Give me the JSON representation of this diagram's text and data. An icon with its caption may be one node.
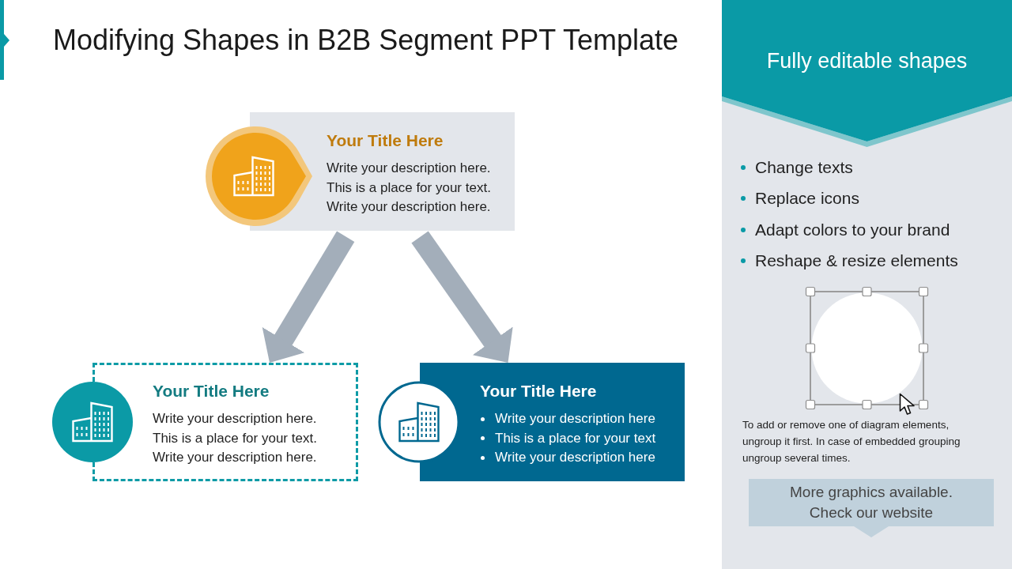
{
  "diagram": {
    "title": "Modifying Shapes in B2B Segment PPT Template",
    "nodes": [
      {
        "text": [
          "Your Title Here",
          "Write your description here. This is a place for your text. Write your description here."
        ]
      },
      {
        "text": [
          "Your Title Here",
          "Write your description here. This is a place for your text. Write your description here."
        ]
      },
      {
        "text": [
          "Your Title Here",
          "Write your description here",
          "This is a place for your text",
          "Write your description here"
        ]
      },
      {
        "text": [
          "Change texts",
          "Replace icons",
          "Adapt colors to your brand",
          "Reshape & resize elements",
          "To add or remove one of diagram elements, ungroup it first. In case of embedded grouping ungroup several times."
        ]
      },
      {
        "text": [
          "Fully editable shapes"
        ],
        "in": 3
      },
      {
        "text": [
          "More graphics available. Check our website"
        ],
        "in": 3
      }
    ],
    "edges": [
      {
        "from": 0,
        "to": 1,
        "arrow": "to"
      },
      {
        "from": 0,
        "to": 2,
        "arrow": "to"
      }
    ]
  }
}
